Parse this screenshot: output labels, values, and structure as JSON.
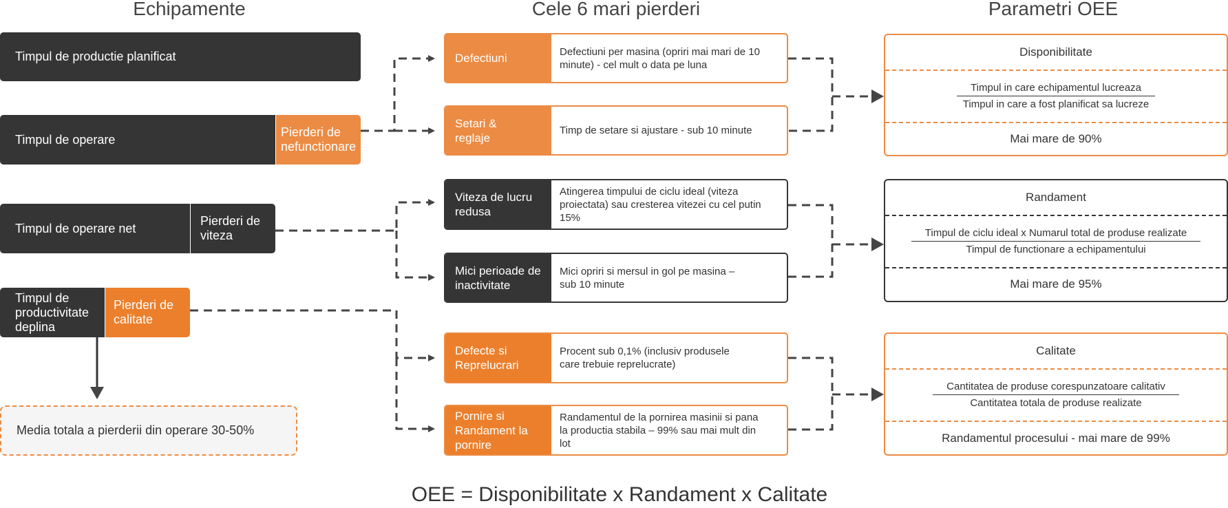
{
  "titles": {
    "left": "Echipamente",
    "middle": "Cele 6 mari pierderi",
    "right": "Parametri OEE"
  },
  "left": {
    "planned": "Timpul de productie planificat",
    "operating": "Timpul de operare",
    "downtime_loss": "Pierderi de nefunctionare",
    "net_operating": "Timpul de operare net",
    "speed_loss": "Pierderi de viteza",
    "fully_productive": "Timpul de productivitate deplina",
    "quality_loss": "Pierderi de calitate",
    "average_loss": "Media totala a pierderii din operare 30-50%"
  },
  "losses": [
    {
      "label": "Defectiuni",
      "description": "Defectiuni per masina (opriri mai mari de 10 minute) - cel mult o data pe luna"
    },
    {
      "label": "Setari & reglaje",
      "description": "Timp de setare si ajustare - sub 10 minute"
    },
    {
      "label": "Viteza de lucru redusa",
      "description": "Atingerea timpului de ciclu ideal (viteza proiectata) sau cresterea vitezei cu cel putin 15%"
    },
    {
      "label": "Mici perioade de inactivitate",
      "description": "Mici opriri si mersul in gol pe masina – sub 10 minute"
    },
    {
      "label": "Defecte si Reprelucrari",
      "description": "Procent sub 0,1% (inclusiv produsele care trebuie reprelucrate)"
    },
    {
      "label": "Pornire si Randament la pornire",
      "description": "Randamentul de la pornirea masinii si pana la productia stabila – 99% sau mai mult din lot"
    }
  ],
  "params": [
    {
      "title": "Disponibilitate",
      "numerator": "Timpul in care echipamentul lucreaza",
      "denominator": "Timpul in care a fost planificat sa lucreze",
      "target": "Mai mare de 90%"
    },
    {
      "title": "Randament",
      "numerator": "Timpul de ciclu ideal x  Numarul total de produse realizate",
      "denominator": "Timpul de functionare a echipamentului",
      "target": "Mai mare de 95%"
    },
    {
      "title": "Calitate",
      "numerator": "Cantitatea de produse corespunzatoare calitativ",
      "denominator": "Cantitatea totala de produse realizate",
      "target": "Randamentul procesului - mai mare de 99%"
    }
  ],
  "formula": "OEE = Disponibilitate x Randament x Calitate",
  "colors": {
    "dark": "#353535",
    "orange": "#ec8b43",
    "orange_deep": "#ec7f2b",
    "connector": "#444444"
  }
}
